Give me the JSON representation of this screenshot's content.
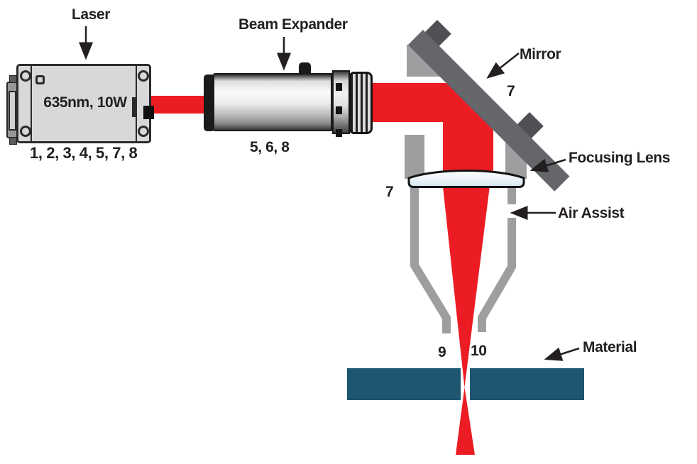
{
  "labels": {
    "laser": "Laser",
    "beam_expander": "Beam Expander",
    "mirror": "Mirror",
    "focusing_lens": "Focusing Lens",
    "air_assist": "Air Assist",
    "material": "Material"
  },
  "laser": {
    "spec": "635nm, 10W",
    "ref_numbers": "1, 2, 3, 4, 5, 7, 8"
  },
  "beam_expander": {
    "ref_numbers": "5, 6, 8"
  },
  "mirror": {
    "ref_number": "7"
  },
  "focusing_lens": {
    "ref_number": "7"
  },
  "nozzle": {
    "ref_left": "9",
    "ref_right": "10"
  },
  "colors": {
    "beam": "#ec1c24",
    "material": "#1e5672",
    "mirror": "#646669",
    "mirror_mount": "#4e5054",
    "holder": "#9c9ea0",
    "text": "#231f20"
  }
}
